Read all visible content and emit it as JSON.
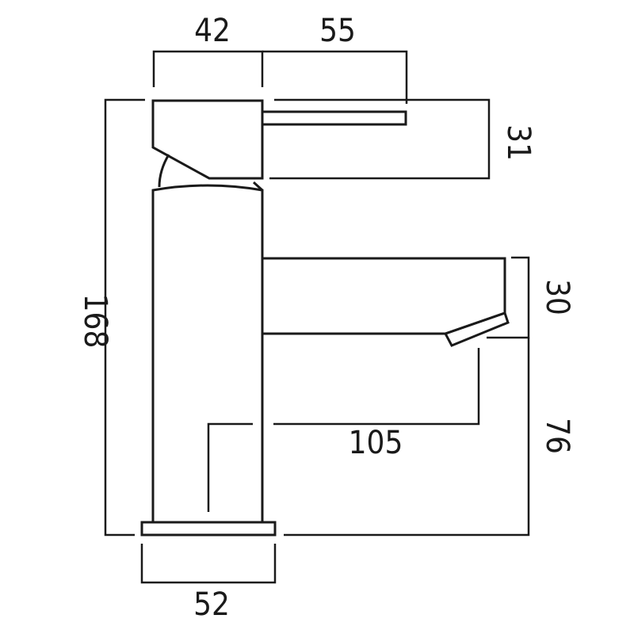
{
  "dimensions": {
    "handle_depth": "42",
    "lever_length": "55",
    "handle_height": "31",
    "spout_height": "30",
    "spout_clearance": "76",
    "total_height": "168",
    "spout_reach": "105",
    "base_width": "52"
  },
  "line_color": "#1a1a1a",
  "background_color": "#ffffff"
}
